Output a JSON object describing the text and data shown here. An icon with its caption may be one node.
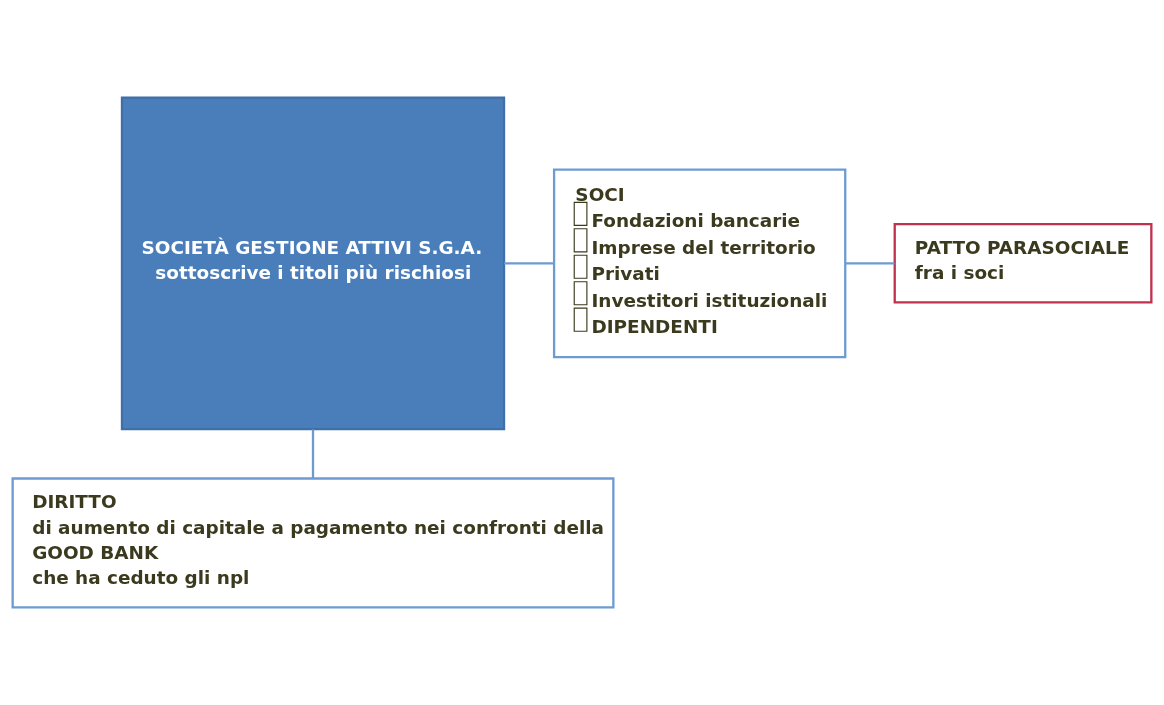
{
  "diagram": {
    "nodes": [
      {
        "text": [
          "SOCIETÀ GESTIONE ATTIVI S.G.A.",
          "sottoscrive i titoli più rischiosi"
        ]
      },
      {
        "text": [
          "SOCI",
          "Fondazioni bancarie",
          "Imprese del territorio",
          "Privati",
          "Investitori istituzionali",
          "DIPENDENTI"
        ]
      },
      {
        "text": [
          "PATTO PARASOCIALE",
          "fra i soci"
        ]
      },
      {
        "text": [
          "DIRITTO",
          "di aumento di capitale a pagamento nei confronti della",
          "GOOD BANK",
          "che ha ceduto gli npl"
        ]
      }
    ],
    "edges": [
      {
        "from": 0,
        "to": 1,
        "arrow": "none"
      },
      {
        "from": 1,
        "to": 2,
        "arrow": "none"
      },
      {
        "from": 0,
        "to": 3,
        "arrow": "none"
      }
    ]
  }
}
